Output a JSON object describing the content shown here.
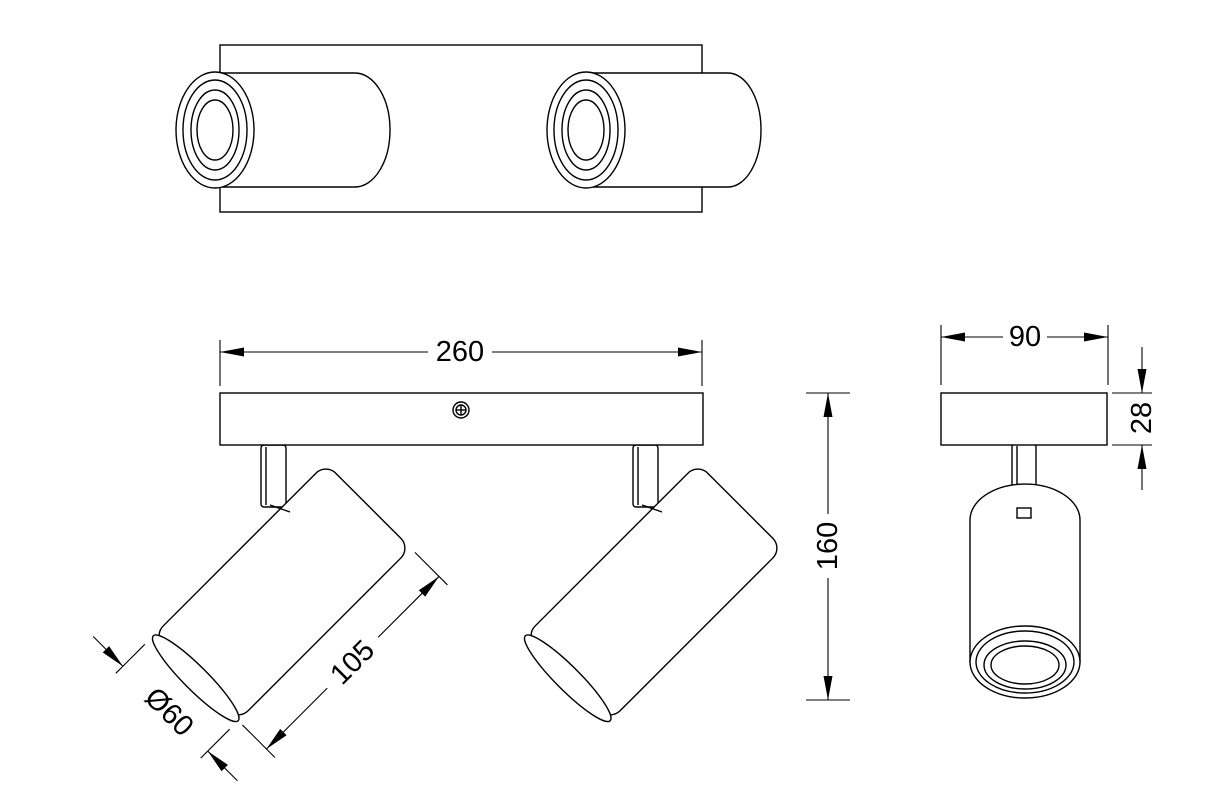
{
  "dimensions": {
    "length": "260",
    "depth": "90",
    "base_height": "28",
    "total_height": "160",
    "head_length": "105",
    "head_diameter": "Ø60"
  }
}
